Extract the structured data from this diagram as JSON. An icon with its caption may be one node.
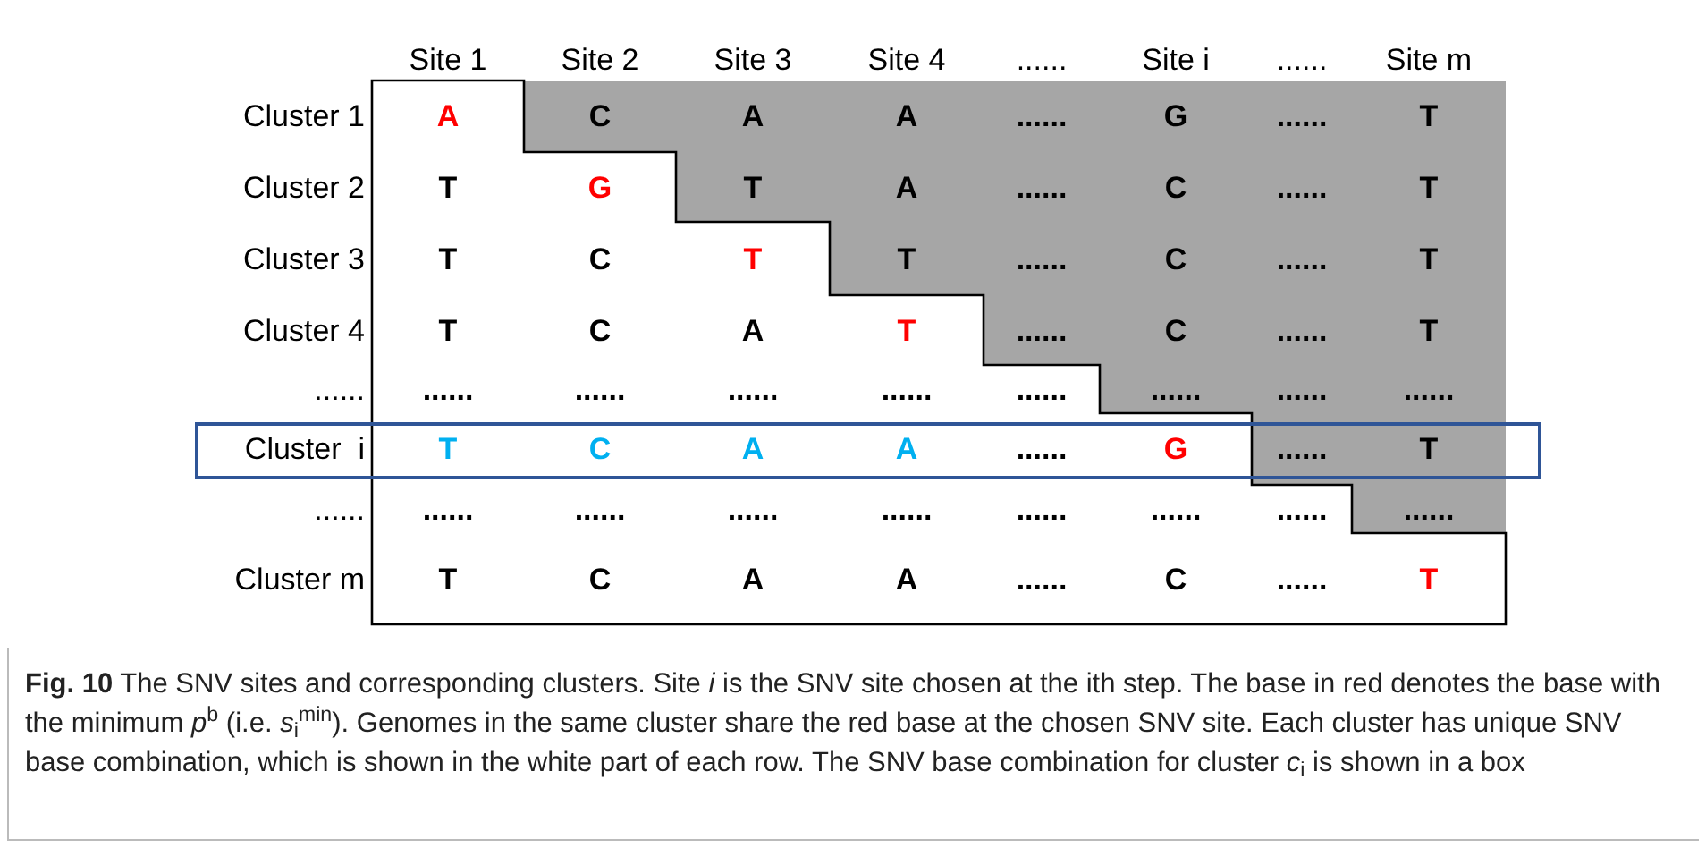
{
  "diagram": {
    "caption": "**Fig. 10** The SNV sites and corresponding clusters. Site *i* is the SNV site chosen at the ith step. The base in red denotes the base with the minimum *p*$^{b}$ (i.e. *s*$_{i}$$^{min}$). Genomes in the same cluster share the red base at the chosen SNV site. Each cluster has unique SNV base combination, which is shown in the white part of each row. The SNV base combination for cluster *c*$_{i}$ is shown in a box",
    "labels": [
      "Site 1",
      "Site 2",
      "Site 3",
      "Site 4",
      "......",
      "Site i",
      "......",
      "Site m",
      "Cluster 1",
      "A",
      "C",
      "A",
      "A",
      "......",
      "G",
      "......",
      "T",
      "Cluster 2",
      "T",
      "G",
      "T",
      "A",
      "......",
      "C",
      "......",
      "T",
      "Cluster 3",
      "T",
      "C",
      "T",
      "T",
      "......",
      "C",
      "......",
      "T",
      "Cluster 4",
      "T",
      "C",
      "A",
      "T",
      "......",
      "C",
      "......",
      "T",
      "......",
      "......",
      "......",
      "......",
      "......",
      "......",
      "......",
      "......",
      "......",
      "Cluster  i",
      "T",
      "C",
      "A",
      "A",
      "......",
      "G",
      "......",
      "T",
      "......",
      "......",
      "......",
      "......",
      "......",
      "......",
      "......",
      "......",
      "......",
      "Cluster m",
      "T",
      "C",
      "A",
      "A",
      "......",
      "C",
      "......",
      "T"
    ]
  }
}
